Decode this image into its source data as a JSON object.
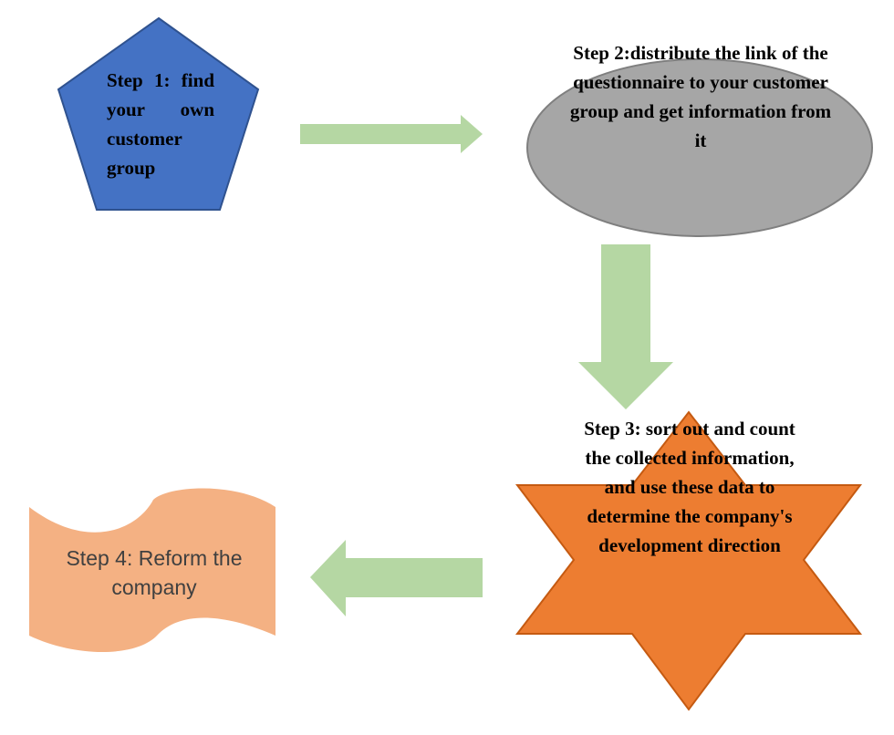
{
  "steps": {
    "step1": "Step 1: find your own customer group",
    "step2": "Step 2:distribute the link of the questionnaire to your customer group and get information from it",
    "step3": "Step 3: sort out and count the collected information, and use these data to determine the company's development direction",
    "step4": "Step 4: Reform the company"
  },
  "colors": {
    "step1_fill": "#4472C4",
    "step1_stroke": "#2F528F",
    "step2_fill": "#A6A6A6",
    "step2_stroke": "#7F7F7F",
    "step3_fill": "#ED7D31",
    "step3_stroke": "#C55A11",
    "step4_fill": "#F4B183",
    "arrow_fill": "#B5D7A3"
  }
}
